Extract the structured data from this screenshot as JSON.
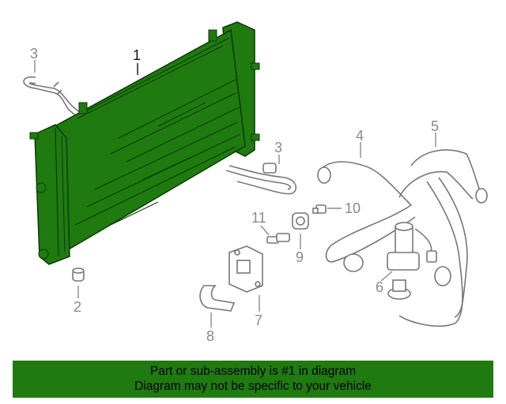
{
  "diagram": {
    "callouts": {
      "c1": "1",
      "c2": "2",
      "c3a": "3",
      "c3b": "3",
      "c4": "4",
      "c5": "5",
      "c6": "6",
      "c7": "7",
      "c8": "8",
      "c9": "9",
      "c10": "10",
      "c11": "11"
    },
    "highlight_color": "#1f7a10"
  },
  "banner": {
    "line1": "Part or sub-assembly is #1 in diagram",
    "line2": "Diagram may not be specific to your vehicle"
  }
}
